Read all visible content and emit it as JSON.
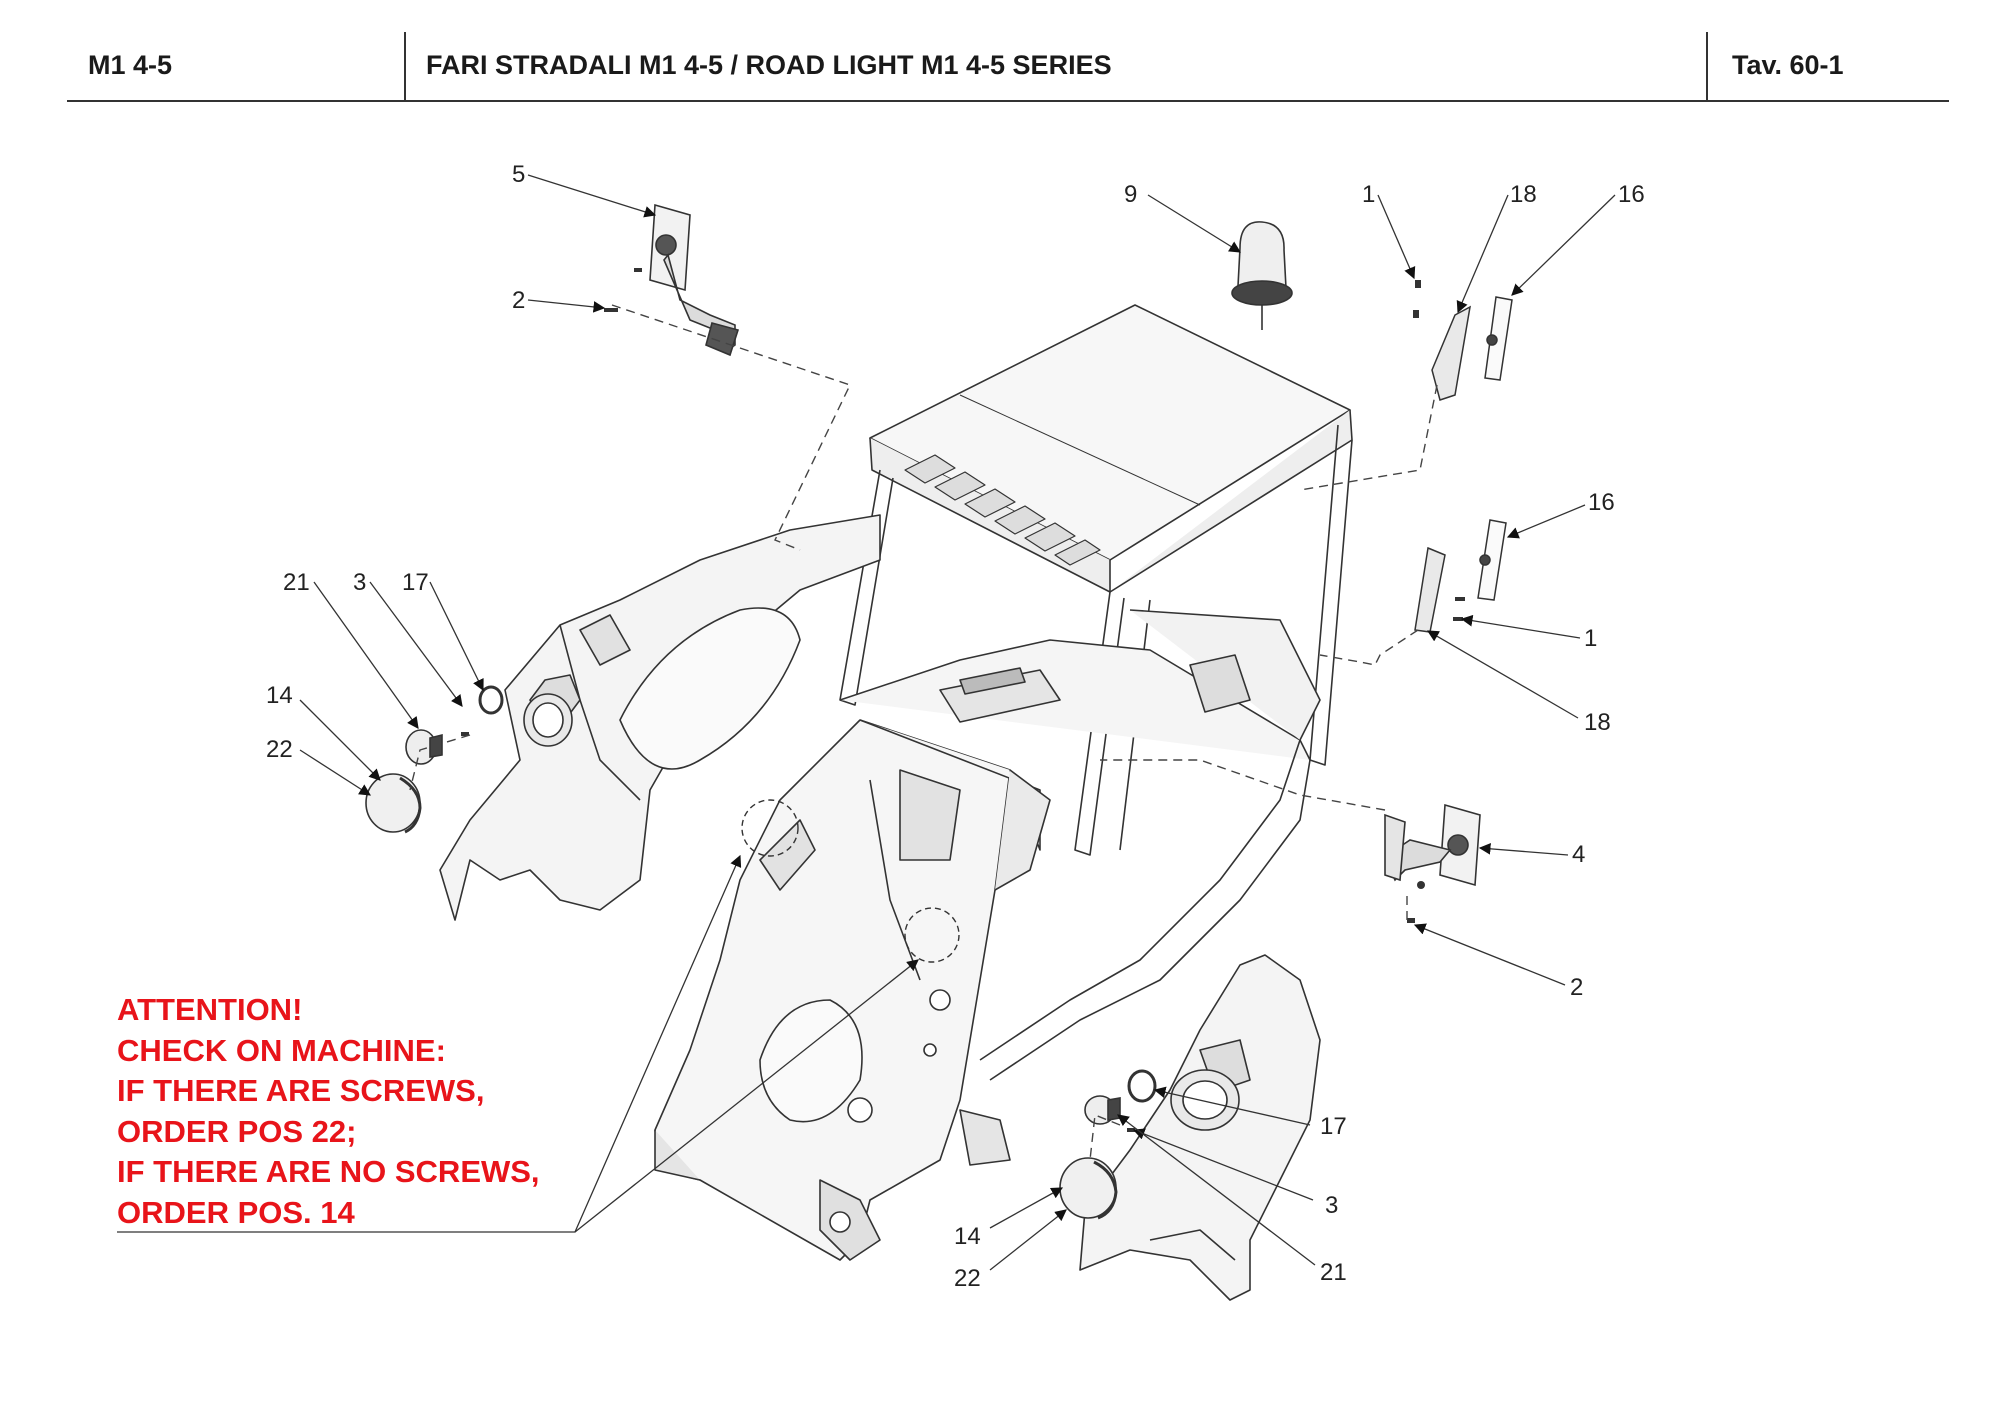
{
  "header": {
    "model": "M1 4-5",
    "title": "FARI STRADALI M1 4-5 / ROAD LIGHT M1 4-5 SERIES",
    "table": "Tav.  60-1"
  },
  "callouts": [
    "1",
    "2",
    "3",
    "4",
    "5",
    "9",
    "14",
    "16",
    "17",
    "18",
    "21",
    "22"
  ],
  "note": {
    "lines": [
      "ATTENTION!",
      "CHECK ON MACHINE:",
      "IF THERE ARE SCREWS,",
      "ORDER POS 22;",
      "IF THERE ARE NO SCREWS,",
      "ORDER POS. 14"
    ],
    "color": "#e8141a"
  },
  "colors": {
    "line": "#333333",
    "part_fill": "#f4f4f4",
    "part_shade": "#d9d9d9"
  }
}
